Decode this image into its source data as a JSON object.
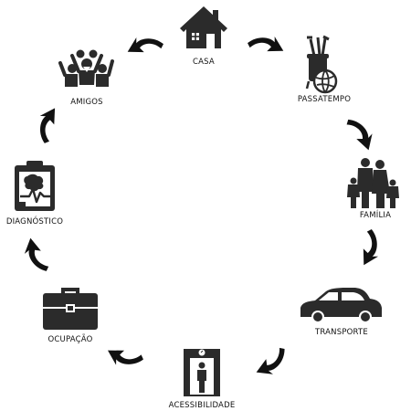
{
  "colors": {
    "icon": "#2b2b2b",
    "icon_highlight": "#ffffff",
    "arrow": "#111111",
    "label": "#111111",
    "background": "#ffffff"
  },
  "nodes": [
    {
      "id": "casa",
      "label": "CASA",
      "icon": "house-icon"
    },
    {
      "id": "passatempo",
      "label": "PASSATEMPO",
      "icon": "golf-bag-and-ball-icon"
    },
    {
      "id": "familia",
      "label": "FAMÍLIA",
      "icon": "family-icon"
    },
    {
      "id": "transporte",
      "label": "TRANSPORTE",
      "icon": "car-icon"
    },
    {
      "id": "acessibilidade",
      "label": "ACESSIBILIDADE",
      "icon": "elevator-icon"
    },
    {
      "id": "ocupacao",
      "label": "OCUPAÇÃO",
      "icon": "briefcase-icon"
    },
    {
      "id": "diagnostico",
      "label": "DIAGNÓSTICO",
      "icon": "clipboard-brain-icon"
    },
    {
      "id": "amigos",
      "label": "AMIGOS",
      "icon": "friends-icon"
    }
  ],
  "flow": {
    "direction": "clockwise",
    "arrow_count": 8
  }
}
